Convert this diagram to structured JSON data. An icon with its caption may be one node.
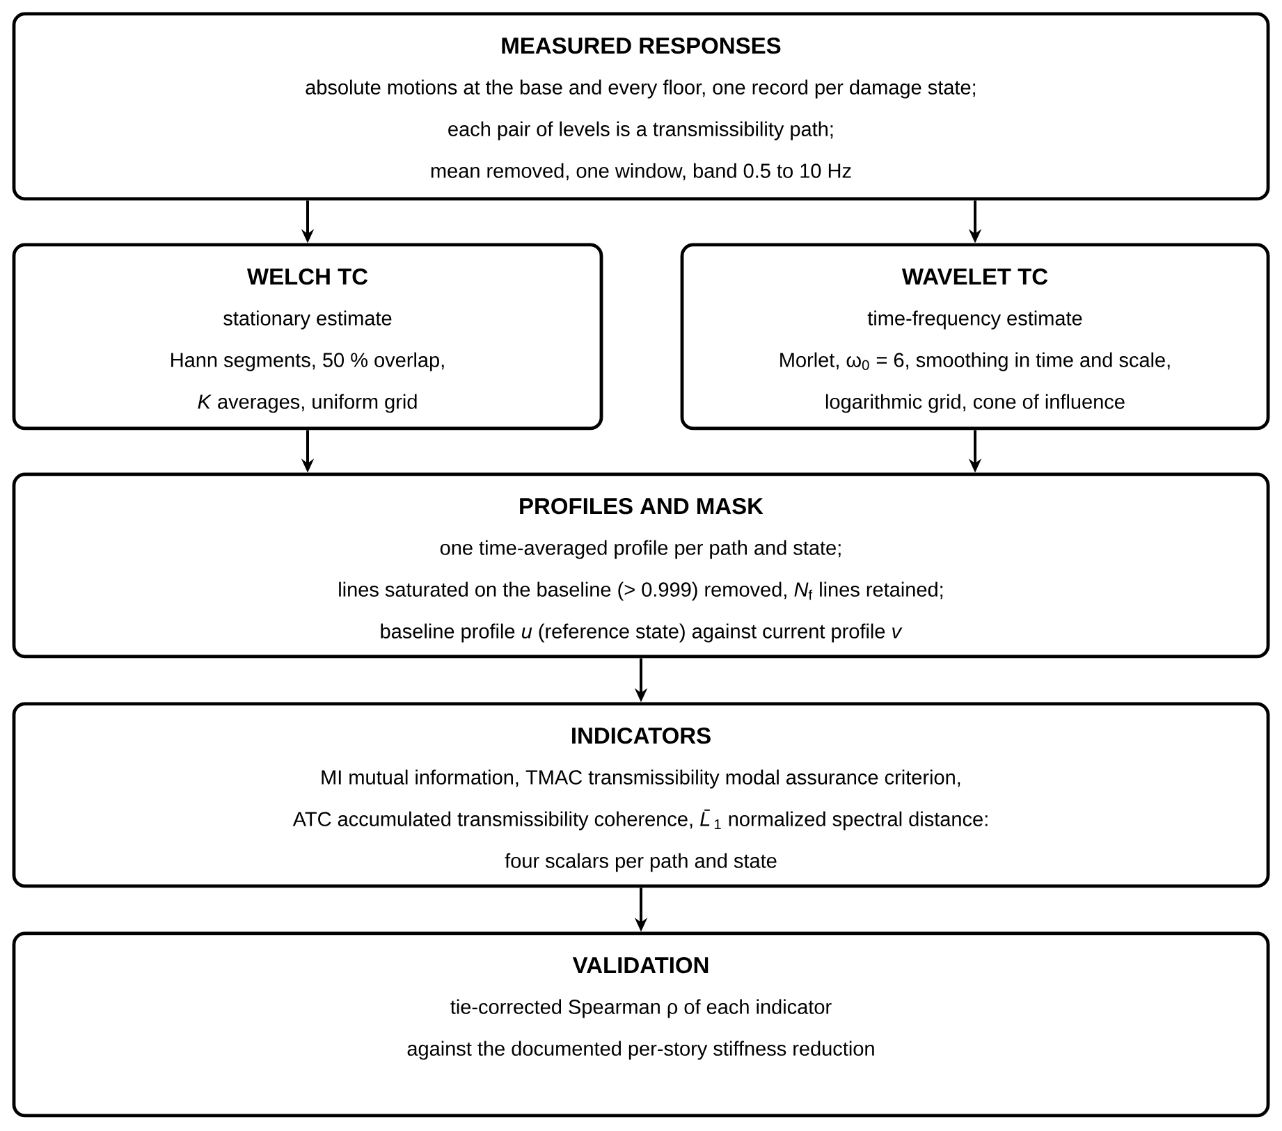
{
  "diagram": {
    "nodes": [
      {
        "text": [
          "MEASURED RESPONSES",
          "absolute motions at the base and every floor, one record per damage state;",
          "each pair of levels is a transmissibility path;",
          "mean removed, one window, band 0.5 to 10 Hz"
        ]
      },
      {
        "text": [
          "WELCH TC",
          "stationary estimate",
          "Hann segments, 50 % overlap,",
          "*K* averages, uniform grid"
        ]
      },
      {
        "text": [
          "WAVELET TC",
          "time-frequency estimate",
          "Morlet, ω$_{0}$ = 6, smoothing in time and scale,",
          "logarithmic grid, cone of influence"
        ]
      },
      {
        "text": [
          "PROFILES AND MASK",
          "one time-averaged profile per path and state;",
          "lines saturated on the baseline (> 0.999) removed, *N*$_{f}$ lines retained;",
          "baseline profile *u* (reference state) against current profile *v*"
        ]
      },
      {
        "text": [
          "INDICATORS",
          "MI mutual information, TMAC transmissibility modal assurance criterion,",
          "ATC accumulated transmissibility coherence, *L̄*$_{1}$ normalized spectral distance:",
          "four scalars per path and state"
        ]
      },
      {
        "text": [
          "VALIDATION",
          "tie-corrected Spearman ρ of each indicator",
          "against the documented per-story stiffness reduction"
        ]
      }
    ],
    "edges": [
      {
        "from": 0,
        "to": 1,
        "arrow": "to"
      },
      {
        "from": 0,
        "to": 2,
        "arrow": "to"
      },
      {
        "from": 1,
        "to": 3,
        "arrow": "to"
      },
      {
        "from": 2,
        "to": 3,
        "arrow": "to"
      },
      {
        "from": 3,
        "to": 4,
        "arrow": "to"
      },
      {
        "from": 4,
        "to": 5,
        "arrow": "to"
      }
    ]
  }
}
